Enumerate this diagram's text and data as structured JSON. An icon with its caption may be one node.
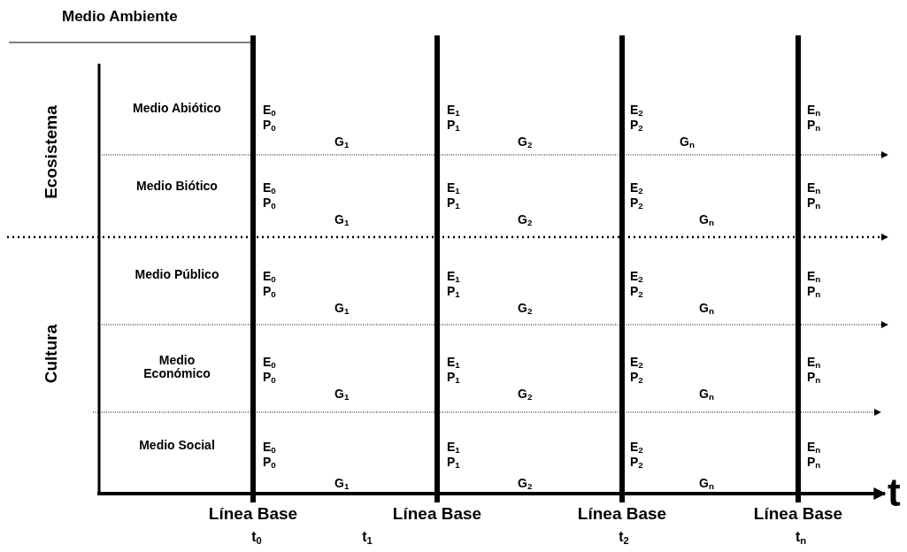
{
  "diagram": {
    "title": "Medio Ambiente",
    "labels": [
      "Ecosistema",
      "Medio Abiótico",
      "E$_{0}$",
      "E$_{1}$",
      "E$_{2}$",
      "E$_{n}$",
      "P$_{0}$",
      "P$_{1}$",
      "P$_{2}$",
      "P$_{n}$",
      "G$_{1}$",
      "G$_{2}$",
      "G$_{n}$",
      "Medio Biótico",
      "E$_{0}$",
      "E$_{1}$",
      "E$_{2}$",
      "E$_{n}$",
      "P$_{0}$",
      "P$_{1}$",
      "P$_{2}$",
      "P$_{n}$",
      "G$_{1}$",
      "G$_{2}$",
      "G$_{n}$",
      "Cultura",
      "Medio Público",
      "E$_{0}$",
      "E$_{1}$",
      "E$_{2}$",
      "E$_{n}$",
      "P$_{0}$",
      "P$_{1}$",
      "P$_{2}$",
      "P$_{n}$",
      "G$_{1}$",
      "G$_{2}$",
      "G$_{n}$",
      "Medio Económico",
      "E$_{0}$",
      "E$_{1}$",
      "E$_{2}$",
      "E$_{n}$",
      "P$_{0}$",
      "P$_{1}$",
      "P$_{2}$",
      "P$_{n}$",
      "G$_{1}$",
      "G$_{2}$",
      "G$_{n}$",
      "Medio Social",
      "E$_{0}$",
      "E$_{1}$",
      "E$_{2}$",
      "E$_{n}$",
      "P$_{0}$",
      "P$_{1}$",
      "P$_{2}$",
      "P$_{n}$",
      "G$_{1}$",
      "G$_{2}$",
      "G$_{n}$",
      "Línea Base",
      "Línea Base",
      "Línea Base",
      "Línea Base",
      "t",
      "t$_{0}$",
      "t$_{1}$",
      "t$_{2}$",
      "t$_{n}$"
    ]
  }
}
